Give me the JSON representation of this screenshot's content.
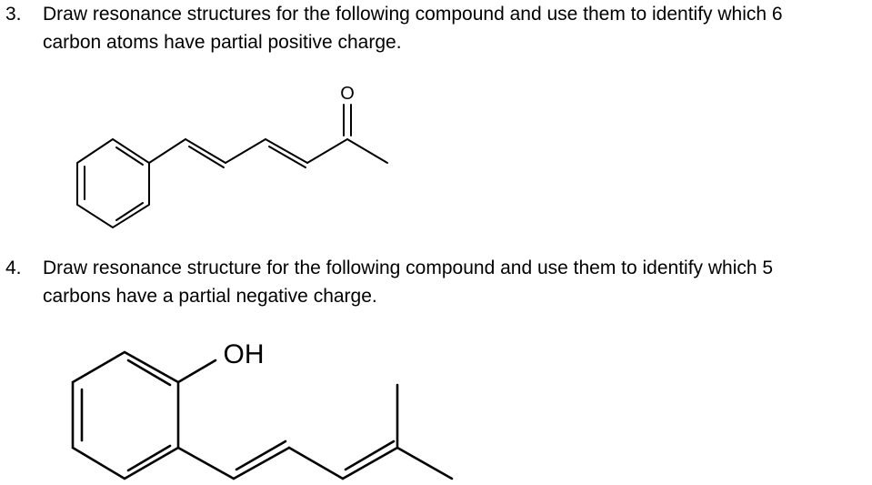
{
  "questions": [
    {
      "number": "3.",
      "lines": [
        "Draw resonance structures for the following compound and use them to identify which 6",
        "carbon atoms have partial positive charge."
      ],
      "structure": {
        "atom_labels": [
          "O"
        ]
      }
    },
    {
      "number": "4.",
      "lines": [
        "Draw resonance structure for the following compound and use them to identify which 5",
        "carbons have a partial negative charge."
      ],
      "structure": {
        "atom_labels": [
          "OH"
        ]
      }
    }
  ]
}
